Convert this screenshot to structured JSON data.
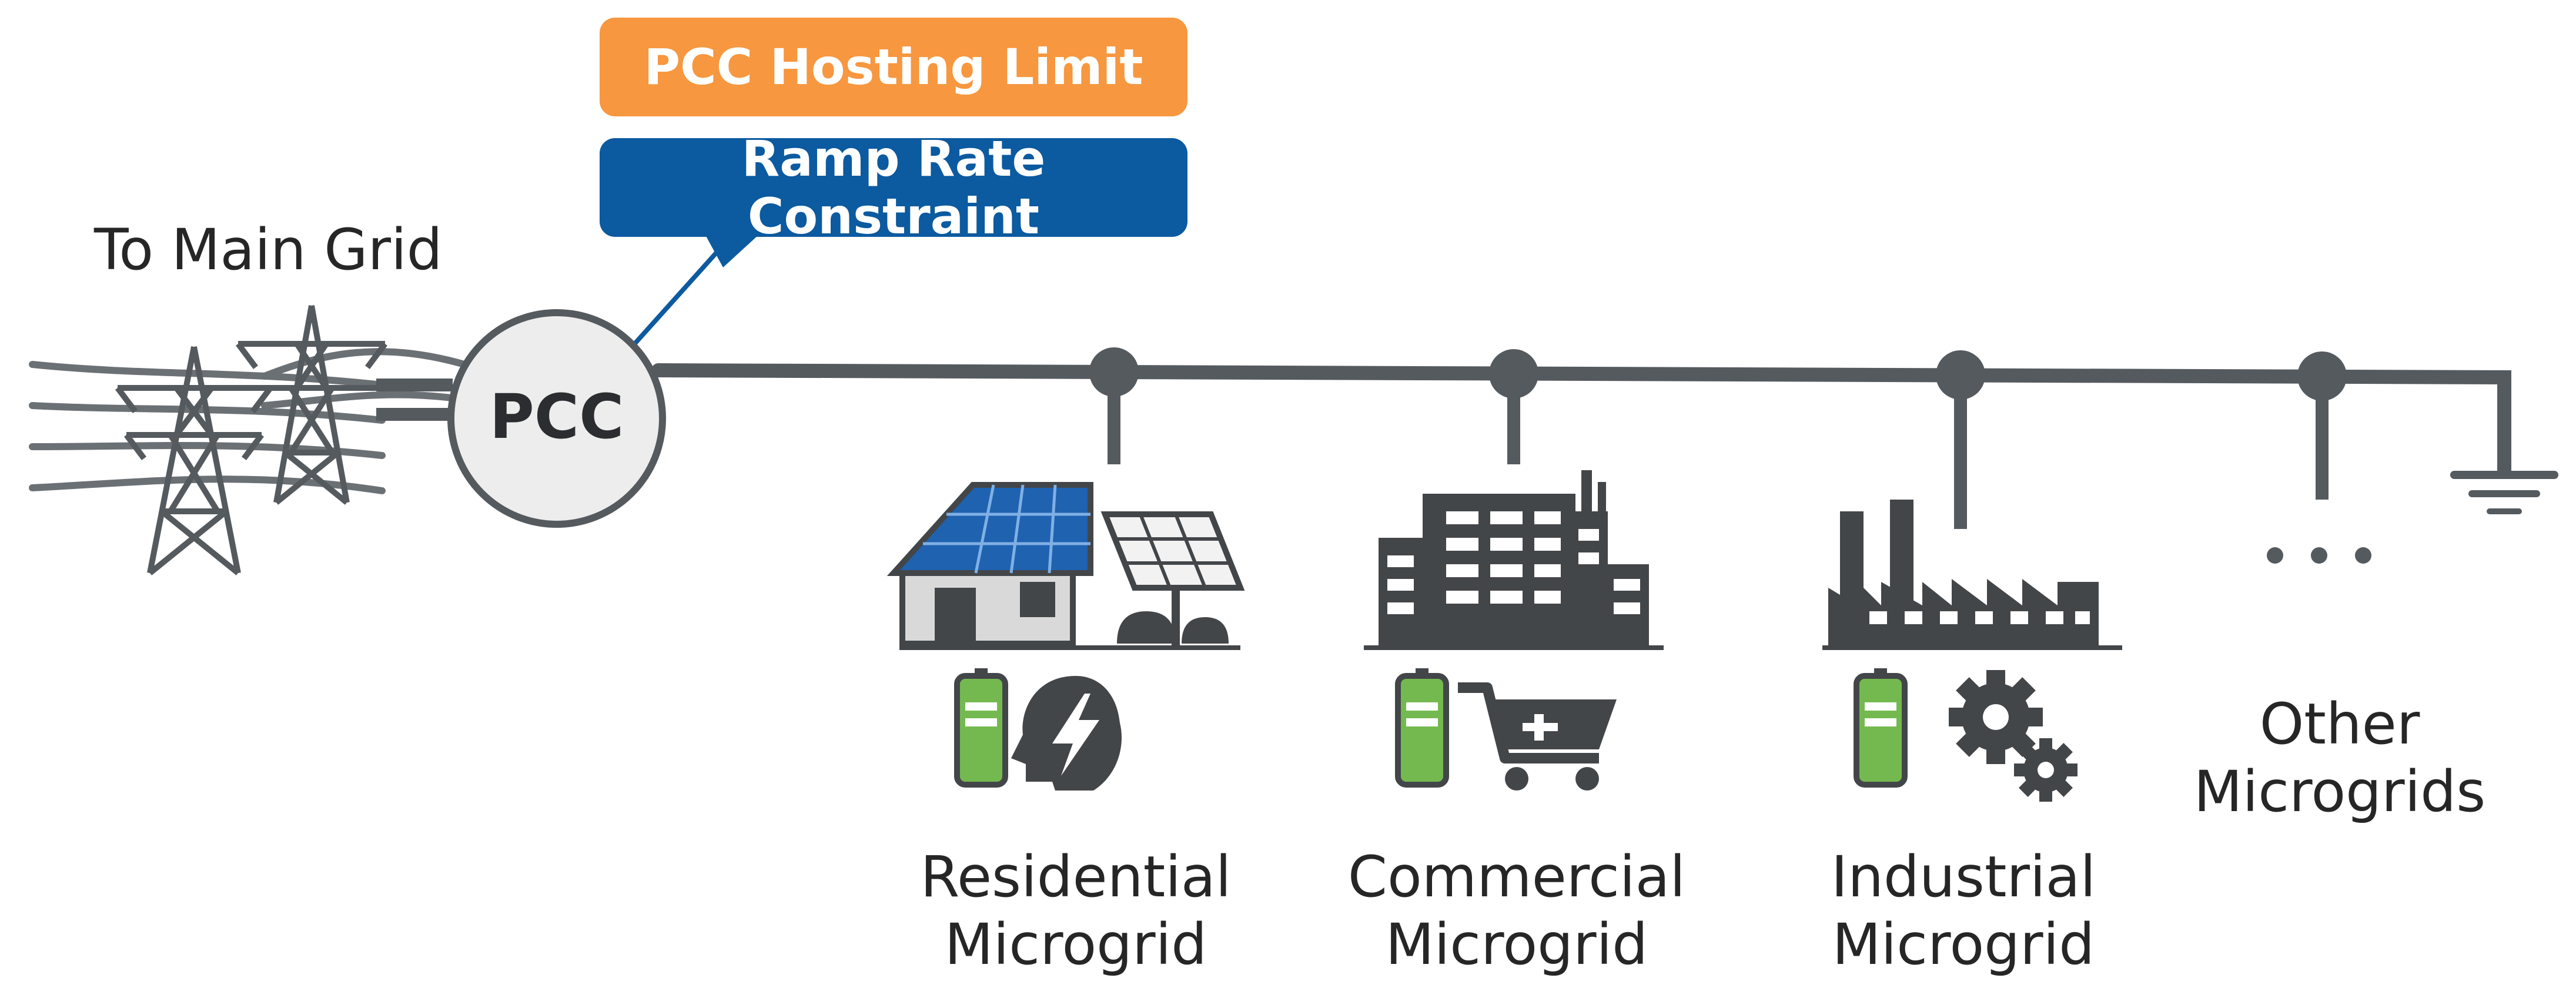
{
  "constraints": {
    "hosting_limit": "PCC Hosting Limit",
    "ramp_rate": "Ramp Rate Constraint"
  },
  "grid": {
    "label": "To Main Grid",
    "pcc": "PCC"
  },
  "microgrids": [
    {
      "line1": "Residential",
      "line2": "Microgrid",
      "icon": "lightning-bolt-icon"
    },
    {
      "line1": "Commercial",
      "line2": "Microgrid",
      "icon": "shopping-cart-icon"
    },
    {
      "line1": "Industrial",
      "line2": "Microgrid",
      "icon": "gears-icon"
    }
  ],
  "other": {
    "line1": "Other",
    "line2": "Microgrids"
  },
  "colors": {
    "line": "#555a5f",
    "dark": "#434649",
    "meter_green": "#74b94f",
    "solar_blue": "#1f62b0",
    "orange": "#f7973f",
    "blue": "#0c5aa0"
  }
}
